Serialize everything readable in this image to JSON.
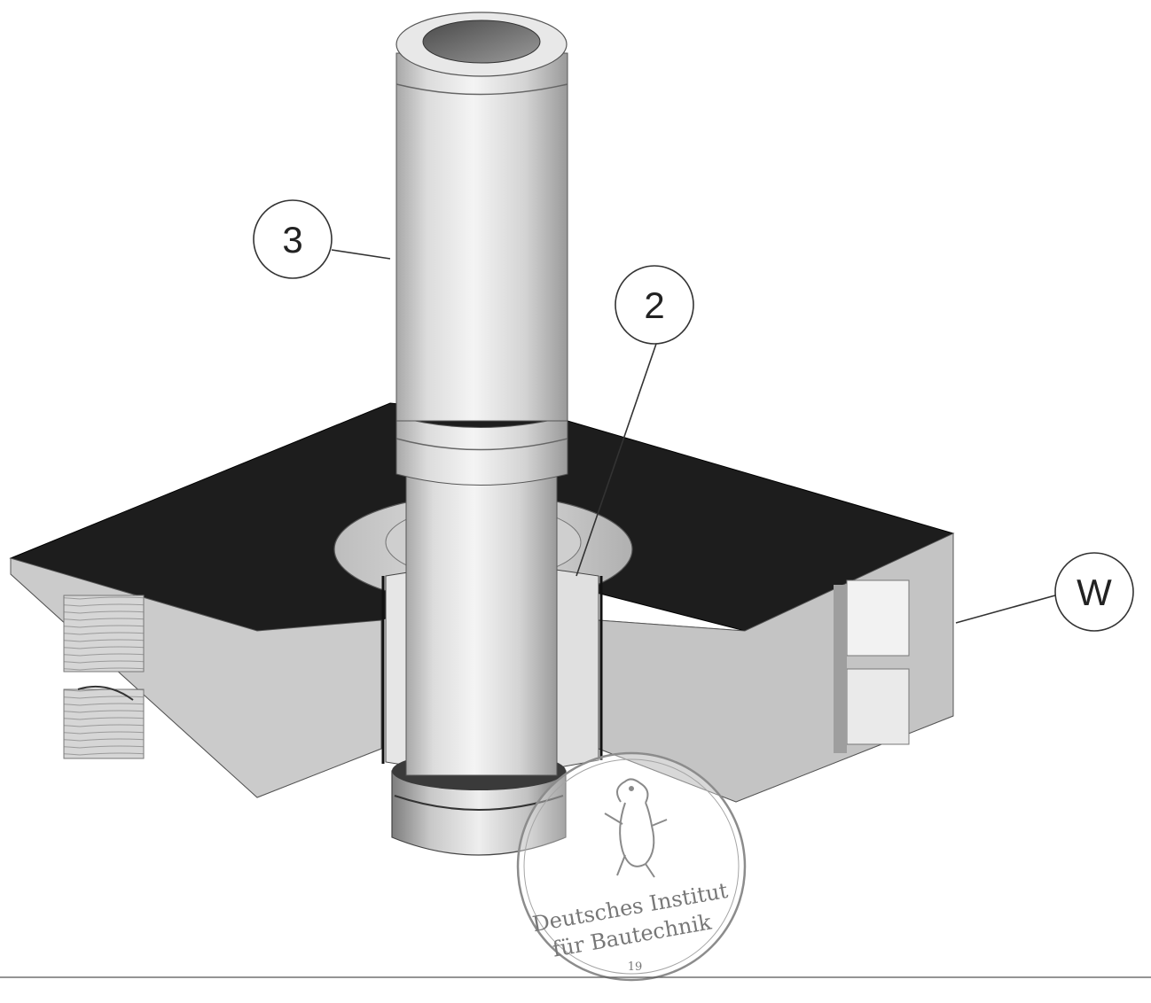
{
  "callouts": {
    "pipe": "3",
    "sleeve": "2",
    "wall": "W"
  },
  "stamp": {
    "line1": "Deutsches Institut",
    "line2": "für Bautechnik",
    "number": "19"
  },
  "icons": {
    "stamp_emblem": "berlin-bear-icon"
  },
  "colors": {
    "slab_top": "#1d1d1d",
    "wall_face": "#c9c9c9",
    "wall_side": "#b4b4b4",
    "pipe_light": "#f2f2f2",
    "pipe_mid": "#d2d2d2",
    "pipe_dark": "#8a8a8a",
    "stamp": "#8c8c8c"
  }
}
